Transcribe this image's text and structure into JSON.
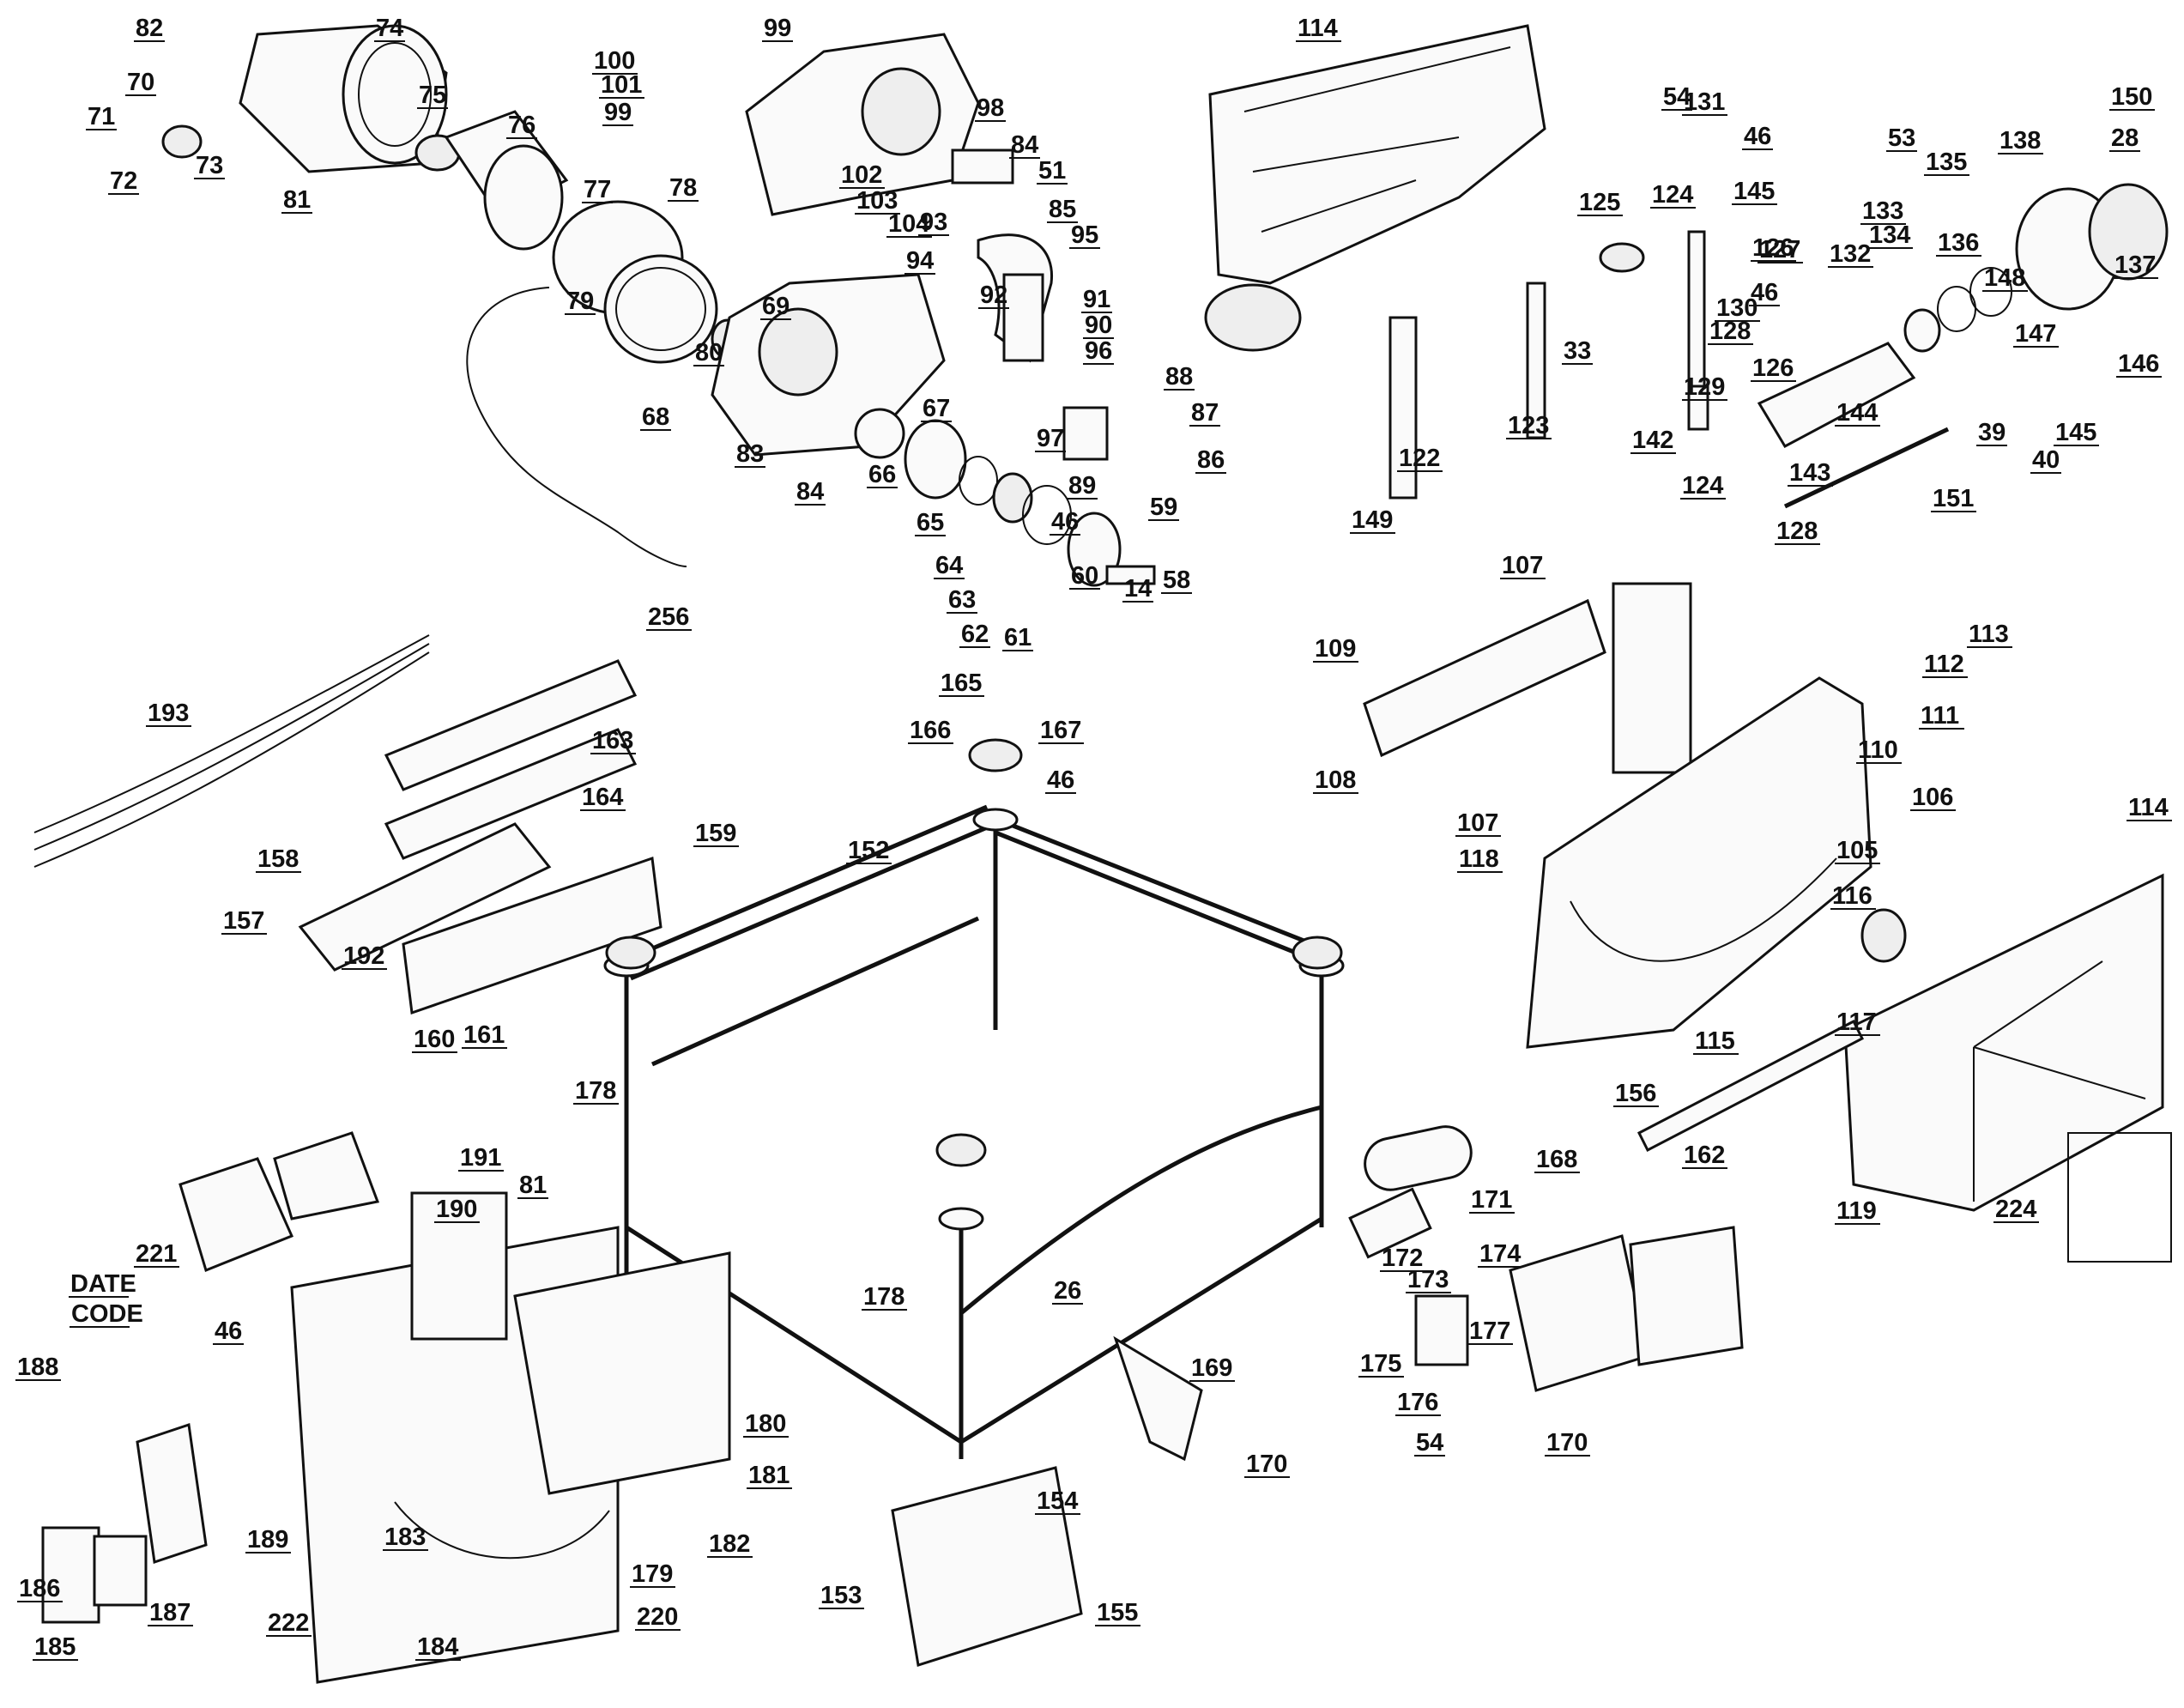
{
  "diagram": {
    "labels": [
      {
        "t": "82"
      },
      {
        "t": "74"
      },
      {
        "t": "70"
      },
      {
        "t": "75"
      },
      {
        "t": "71"
      },
      {
        "t": "72"
      },
      {
        "t": "73"
      },
      {
        "t": "81"
      },
      {
        "t": "76"
      },
      {
        "t": "77"
      },
      {
        "t": "78"
      },
      {
        "t": "79"
      },
      {
        "t": "80"
      },
      {
        "t": "69"
      },
      {
        "t": "68"
      },
      {
        "t": "67"
      },
      {
        "t": "83"
      },
      {
        "t": "84"
      },
      {
        "t": "66"
      },
      {
        "t": "65"
      },
      {
        "t": "64"
      },
      {
        "t": "63"
      },
      {
        "t": "62"
      },
      {
        "t": "61"
      },
      {
        "t": "60"
      },
      {
        "t": "14"
      },
      {
        "t": "58"
      },
      {
        "t": "59"
      },
      {
        "t": "99"
      },
      {
        "t": "100"
      },
      {
        "t": "101"
      },
      {
        "t": "99"
      },
      {
        "t": "98"
      },
      {
        "t": "84"
      },
      {
        "t": "51"
      },
      {
        "t": "102"
      },
      {
        "t": "103"
      },
      {
        "t": "104"
      },
      {
        "t": "93"
      },
      {
        "t": "85"
      },
      {
        "t": "94"
      },
      {
        "t": "92"
      },
      {
        "t": "95"
      },
      {
        "t": "91"
      },
      {
        "t": "90"
      },
      {
        "t": "96"
      },
      {
        "t": "97"
      },
      {
        "t": "88"
      },
      {
        "t": "87"
      },
      {
        "t": "89"
      },
      {
        "t": "86"
      },
      {
        "t": "114"
      },
      {
        "t": "123"
      },
      {
        "t": "122"
      },
      {
        "t": "149"
      },
      {
        "t": "54"
      },
      {
        "t": "131"
      },
      {
        "t": "46"
      },
      {
        "t": "145"
      },
      {
        "t": "125"
      },
      {
        "t": "124"
      },
      {
        "t": "126"
      },
      {
        "t": "127"
      },
      {
        "t": "130"
      },
      {
        "t": "33"
      },
      {
        "t": "128"
      },
      {
        "t": "126"
      },
      {
        "t": "129"
      },
      {
        "t": "142"
      },
      {
        "t": "124"
      },
      {
        "t": "143"
      },
      {
        "t": "128"
      },
      {
        "t": "53"
      },
      {
        "t": "135"
      },
      {
        "t": "133"
      },
      {
        "t": "134"
      },
      {
        "t": "132"
      },
      {
        "t": "46"
      },
      {
        "t": "136"
      },
      {
        "t": "148"
      },
      {
        "t": "138"
      },
      {
        "t": "150"
      },
      {
        "t": "28"
      },
      {
        "t": "137"
      },
      {
        "t": "147"
      },
      {
        "t": "146"
      },
      {
        "t": "145"
      },
      {
        "t": "144"
      },
      {
        "t": "39"
      },
      {
        "t": "40"
      },
      {
        "t": "151"
      },
      {
        "t": "256"
      },
      {
        "t": "193"
      },
      {
        "t": "163"
      },
      {
        "t": "164"
      },
      {
        "t": "158"
      },
      {
        "t": "159"
      },
      {
        "t": "157"
      },
      {
        "t": "192"
      },
      {
        "t": "160"
      },
      {
        "t": "161"
      },
      {
        "t": "165"
      },
      {
        "t": "166"
      },
      {
        "t": "167"
      },
      {
        "t": "46"
      },
      {
        "t": "152"
      },
      {
        "t": "46"
      },
      {
        "t": "107"
      },
      {
        "t": "109"
      },
      {
        "t": "108"
      },
      {
        "t": "107"
      },
      {
        "t": "113"
      },
      {
        "t": "112"
      },
      {
        "t": "111"
      },
      {
        "t": "110"
      },
      {
        "t": "106"
      },
      {
        "t": "114"
      },
      {
        "t": "118"
      },
      {
        "t": "105"
      },
      {
        "t": "116"
      },
      {
        "t": "117"
      },
      {
        "t": "115"
      },
      {
        "t": "156"
      },
      {
        "t": "162"
      },
      {
        "t": "119"
      },
      {
        "t": "224"
      },
      {
        "t": "168"
      },
      {
        "t": "171"
      },
      {
        "t": "172"
      },
      {
        "t": "174"
      },
      {
        "t": "173"
      },
      {
        "t": "177"
      },
      {
        "t": "175"
      },
      {
        "t": "176"
      },
      {
        "t": "54"
      },
      {
        "t": "170"
      },
      {
        "t": "169"
      },
      {
        "t": "170"
      },
      {
        "t": "178"
      },
      {
        "t": "191"
      },
      {
        "t": "81"
      },
      {
        "t": "190"
      },
      {
        "t": "178"
      },
      {
        "t": "26"
      },
      {
        "t": "46"
      },
      {
        "t": "221"
      },
      {
        "t": "DATE"
      },
      {
        "t": "CODE"
      },
      {
        "t": "188"
      },
      {
        "t": "189"
      },
      {
        "t": "186"
      },
      {
        "t": "187"
      },
      {
        "t": "185"
      },
      {
        "t": "180"
      },
      {
        "t": "181"
      },
      {
        "t": "182"
      },
      {
        "t": "183"
      },
      {
        "t": "179"
      },
      {
        "t": "222"
      },
      {
        "t": "220"
      },
      {
        "t": "184"
      },
      {
        "t": "154"
      },
      {
        "t": "153"
      },
      {
        "t": "155"
      }
    ]
  }
}
